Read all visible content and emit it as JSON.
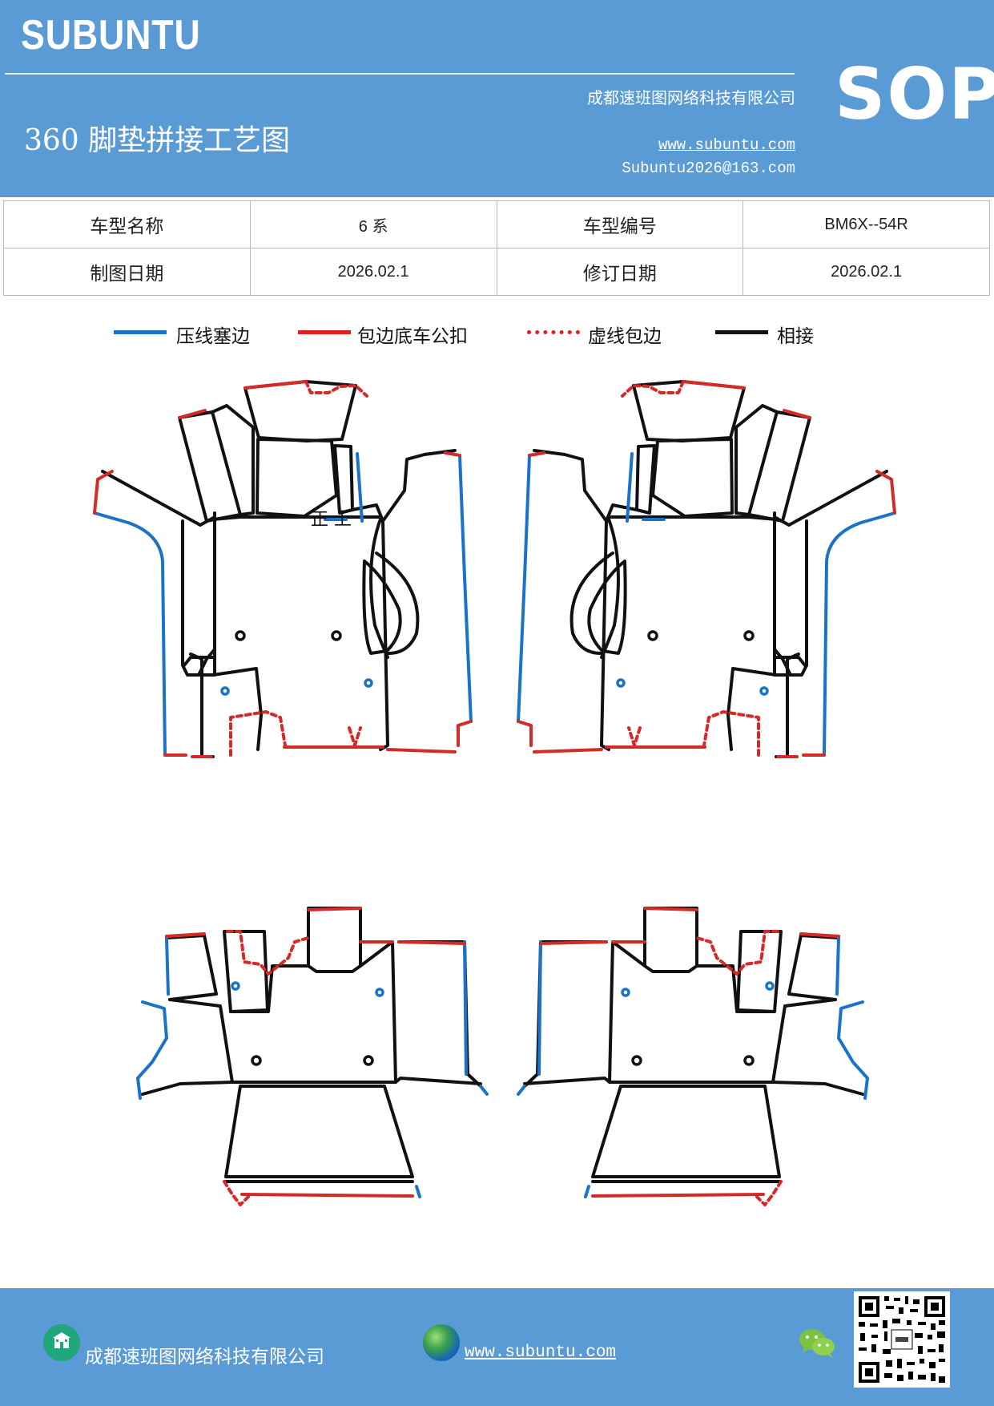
{
  "header": {
    "brand": "SUBUNTU",
    "company": "成都速班图网络科技有限公司",
    "title": "360 脚垫拼接工艺图",
    "website": "www.subuntu.com",
    "email": "Subuntu2026@163.com",
    "badge": "SOP",
    "background_color": "#5b9bd5"
  },
  "info_table": {
    "rows": [
      [
        "车型名称",
        "6 系",
        "车型编号",
        "BM6X--54R"
      ],
      [
        "制图日期",
        "2026.02.1",
        "修订日期",
        "2026.02.1"
      ]
    ]
  },
  "legend": [
    {
      "label": "压线塞边",
      "color": "#1a73c8",
      "style": "solid"
    },
    {
      "label": "包边底车公扣",
      "color": "#e0201e",
      "style": "solid"
    },
    {
      "label": "虚线包边",
      "color": "#e0201e",
      "style": "dotted"
    },
    {
      "label": "相接",
      "color": "#111111",
      "style": "solid"
    }
  ],
  "diagram": {
    "note_text": "正 上",
    "colors": {
      "blue": "#1a73c8",
      "red": "#d42a28",
      "black": "#111111"
    }
  },
  "footer": {
    "company": "成都速班图网络科技有限公司",
    "website": "www.subuntu.com ",
    "icons": [
      "company-icon",
      "globe-icon",
      "wechat-icon",
      "qr-code"
    ]
  }
}
